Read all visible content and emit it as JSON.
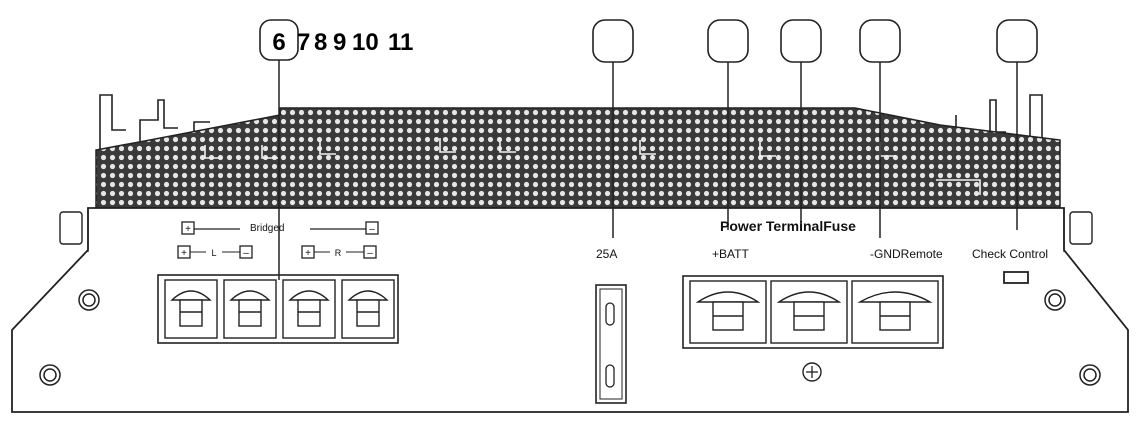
{
  "callouts": {
    "numbers": [
      "6",
      "7",
      "8",
      "9",
      "10",
      "11"
    ]
  },
  "labels": {
    "bridged": "Bridged",
    "left": "L",
    "right": "R",
    "fuse_rating": "25A",
    "batt": "+BATT",
    "power_terminal_fuse": "Power TerminalFuse",
    "gnd_remote": "-GNDRemote",
    "check_control": "Check Control",
    "plus": "+",
    "minus": "–"
  }
}
